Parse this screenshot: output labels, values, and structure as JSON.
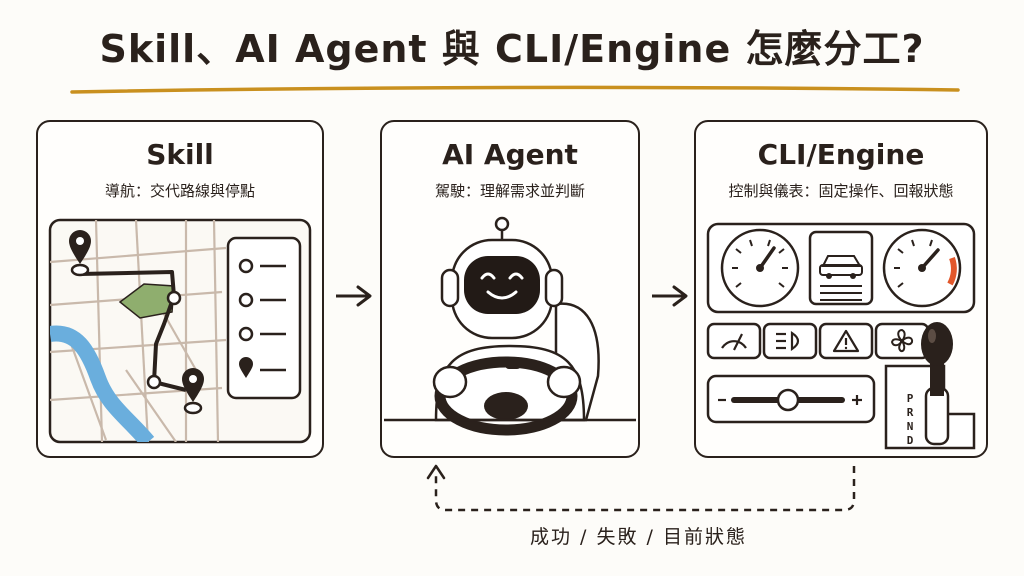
{
  "title": "Skill、AI Agent 與 CLI/Engine 怎麼分工?",
  "panels": [
    {
      "title": "Skill",
      "subtitle": "導航：交代路線與停點"
    },
    {
      "title": "AI Agent",
      "subtitle": "駕駛：理解需求並判斷"
    },
    {
      "title": "CLI/Engine",
      "subtitle": "控制與儀表：固定操作、回報狀態"
    }
  ],
  "engine": {
    "gear_letters": [
      "P",
      "R",
      "N",
      "D"
    ]
  },
  "feedback": {
    "label": "成功 / 失敗 / 目前狀態"
  },
  "colors": {
    "ink": "#2a211c",
    "accent": "#c9901f",
    "river": "#6aaedd",
    "park": "#8fae6e",
    "gauge_red": "#e2572b"
  }
}
